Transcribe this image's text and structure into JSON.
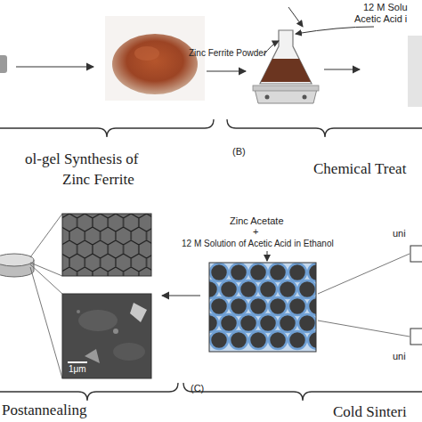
{
  "diagram": {
    "labels": [
      "12 M Solu",
      "Acetic Acid i",
      "Zinc Ferrite Powder",
      "ol-gel Synthesis of",
      "Zinc Ferrite",
      "(B)",
      "Chemical Treat",
      "Zinc Acetate",
      "+",
      "12 M Solution of Acetic Acid in Ethanol",
      "1μm",
      "Postannealing",
      "(C)",
      "Cold Sinteri",
      "uni",
      "uni"
    ]
  }
}
